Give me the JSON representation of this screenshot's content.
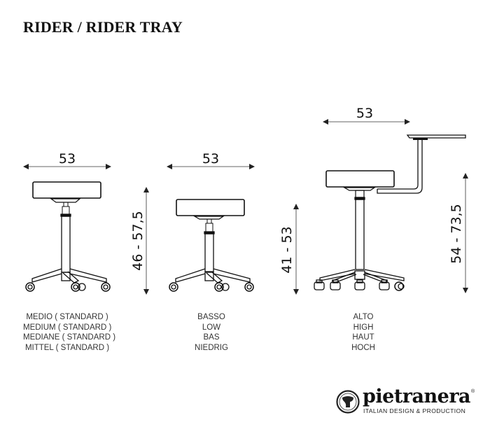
{
  "header": {
    "title": "RIDER / RIDER TRAY"
  },
  "models": [
    {
      "id": "medio",
      "width_dim": "53",
      "height_dim": "46 - 57,5",
      "labels": [
        "MEDIO ( STANDARD )",
        "MEDIUM ( STANDARD )",
        "MEDIANE ( STANDARD )",
        "MITTEL ( STANDARD )"
      ]
    },
    {
      "id": "basso",
      "width_dim": "53",
      "height_dim": "41 - 53",
      "labels": [
        "BASSO",
        "LOW",
        "BAS",
        "NIEDRIG"
      ]
    },
    {
      "id": "alto",
      "width_dim": "53",
      "height_dim": "54 - 73,5",
      "labels": [
        "ALTO",
        "HIGH",
        "HAUT",
        "HOCH"
      ]
    }
  ],
  "brand": {
    "name": "pietranera",
    "registered": "®",
    "tagline": "ITALIAN DESIGN & PRODUCTION",
    "logo_icon": "stool-emblem-icon"
  },
  "colors": {
    "line": "#111111",
    "dim_line": "#333333",
    "background": "#ffffff"
  }
}
